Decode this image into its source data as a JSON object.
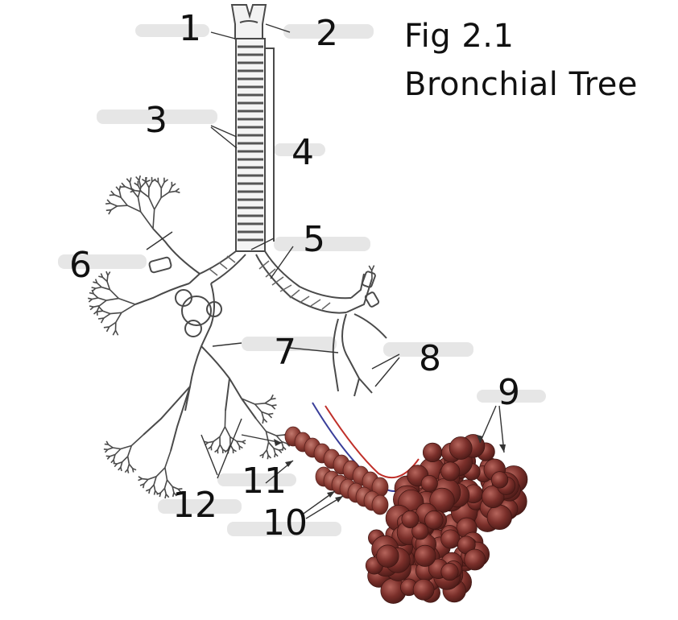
{
  "figure": {
    "number": "Fig 2.1",
    "title": "Bronchial Tree"
  },
  "labels": [
    "1",
    "2",
    "3",
    "4",
    "5",
    "6",
    "7",
    "8",
    "9",
    "10",
    "11",
    "12"
  ],
  "colors": {
    "outline": "#4a4a4a",
    "alveoli": "#7a2f2a",
    "alveoli_light": "#a7554d",
    "blank_smudge": "#e3e3e3",
    "artery": "#c0302a",
    "vein": "#3a3f9a"
  }
}
